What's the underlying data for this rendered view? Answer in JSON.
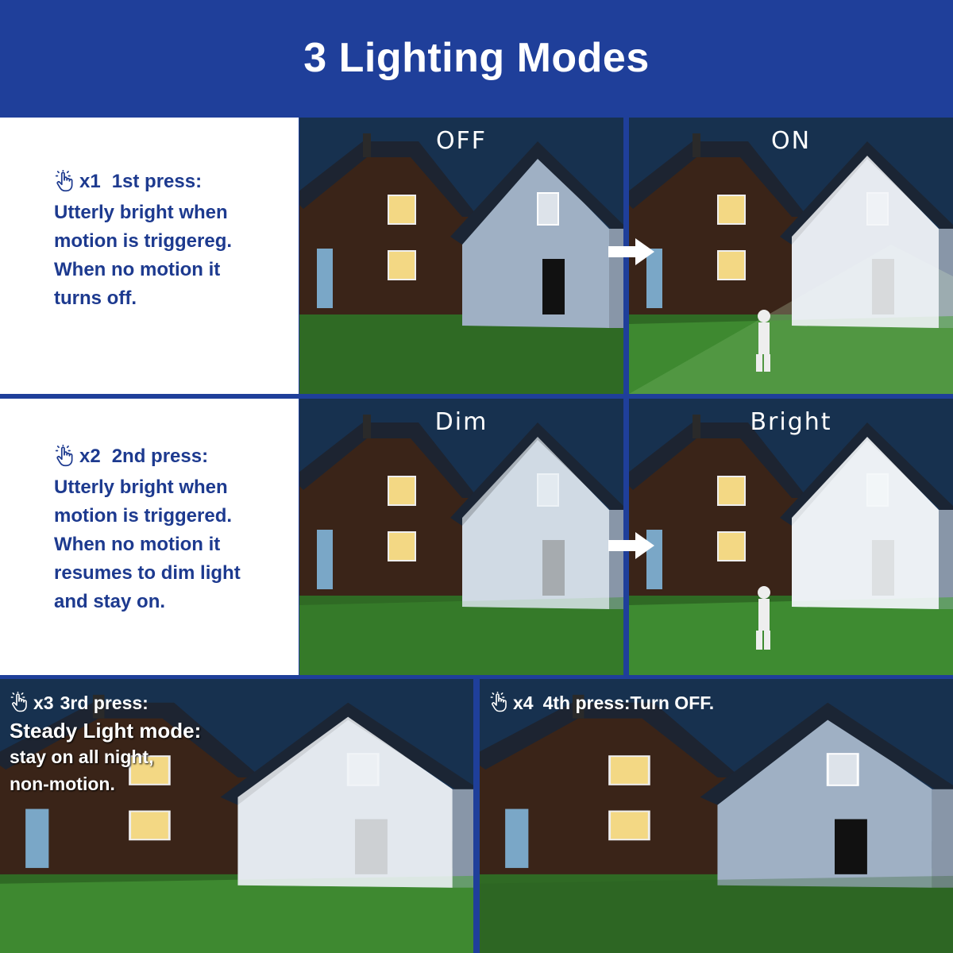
{
  "title": "3 Lighting Modes",
  "modes": [
    {
      "count": "x1",
      "press": "1st press:",
      "lines": [
        "Utterly bright when",
        "motion is triggereg.",
        "When no motion it",
        "turns off."
      ],
      "left_label": "OFF",
      "right_label": "ON"
    },
    {
      "count": "x2",
      "press": "2nd press:",
      "lines": [
        "Utterly bright when",
        "motion is triggered.",
        "When no motion it",
        "resumes to dim light",
        "and stay on."
      ],
      "left_label": "Dim",
      "right_label": "Bright"
    },
    {
      "count": "x3",
      "press": "3rd press:",
      "heading": "Steady Light mode:",
      "lines": [
        "stay on all night,",
        "non-motion."
      ]
    },
    {
      "count": "x4",
      "press": "4th press:Turn OFF."
    }
  ],
  "colors": {
    "brand_blue": "#1f3f9a",
    "text_blue": "#1d3a8f",
    "sky": "#1b3a5c",
    "grass": "#2f6a24",
    "window_glow": "#f3d884"
  },
  "icons": [
    "tap-hand-icon",
    "right-arrow-icon"
  ]
}
